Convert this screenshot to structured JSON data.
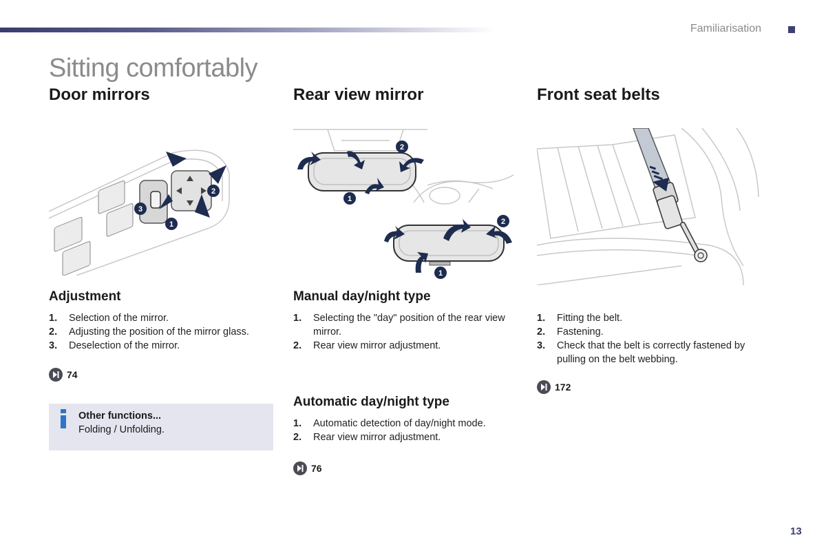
{
  "header": {
    "section": "Familiarisation",
    "title": "Sitting comfortably"
  },
  "colors": {
    "accent": "#3f4070",
    "box_bg": "#e4e5ef",
    "arrow": "#1d2c4f"
  },
  "door_mirrors": {
    "heading": "Door mirrors",
    "illustration_callouts": [
      "1",
      "2",
      "3"
    ],
    "subheading": "Adjustment",
    "steps": [
      {
        "num": "1.",
        "text": "Selection of the mirror."
      },
      {
        "num": "2.",
        "text": "Adjusting the position of the mirror glass."
      },
      {
        "num": "3.",
        "text": "Deselection of the mirror."
      }
    ],
    "ref": "74",
    "info": {
      "icon": "info-icon",
      "title": "Other functions...",
      "text": "Folding / Unfolding."
    }
  },
  "rear_view_mirror": {
    "heading": "Rear view mirror",
    "illustration_callouts": [
      "1",
      "2"
    ],
    "manual": {
      "subheading": "Manual day/night type",
      "steps": [
        {
          "num": "1.",
          "text": "Selecting the \"day\" position of the rear view mirror."
        },
        {
          "num": "2.",
          "text": "Rear view mirror adjustment."
        }
      ]
    },
    "automatic": {
      "subheading": "Automatic day/night type",
      "steps": [
        {
          "num": "1.",
          "text": "Automatic detection of day/night mode."
        },
        {
          "num": "2.",
          "text": "Rear view mirror adjustment."
        }
      ]
    },
    "ref": "76"
  },
  "front_seat_belts": {
    "heading": "Front seat belts",
    "steps": [
      {
        "num": "1.",
        "text": "Fitting the belt."
      },
      {
        "num": "2.",
        "text": "Fastening."
      },
      {
        "num": "3.",
        "text": "Check that the belt is correctly fastened by pulling on the belt webbing."
      }
    ],
    "ref": "172"
  },
  "footer": {
    "page_number": "13"
  }
}
